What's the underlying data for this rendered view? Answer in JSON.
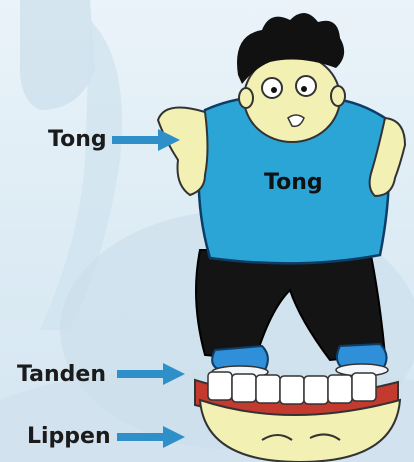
{
  "labels": {
    "tong": "Tong",
    "tanden": "Tanden",
    "lippen": "Lippen"
  },
  "shirt_text": "Tong",
  "colors": {
    "background": "#dcebf4",
    "shirt": "#2aa5d6",
    "pants": "#141414",
    "skin": "#f3f0b4",
    "arrow": "#2f8fc8",
    "hair": "#111111",
    "gum": "#c43a2e"
  }
}
